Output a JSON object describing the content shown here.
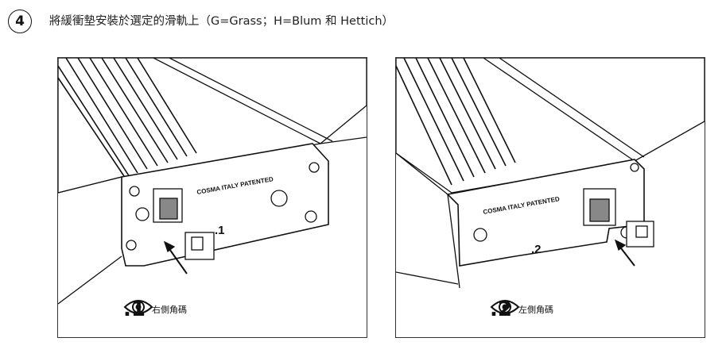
{
  "step": {
    "number": "4",
    "instruction": "將緩衝墊安裝於選定的滑軌上（G=Grass；H=Blum 和 Hettich）"
  },
  "panels": [
    {
      "brand_text": "COSMA ITALY PATENTED",
      "part_label": ".1",
      "caption_number": ".1",
      "caption_label": "右側角碼"
    },
    {
      "brand_text": "COSMA ITALY PATENTED",
      "part_label": ".2",
      "caption_number": ".2",
      "caption_label": "左側角碼"
    }
  ]
}
